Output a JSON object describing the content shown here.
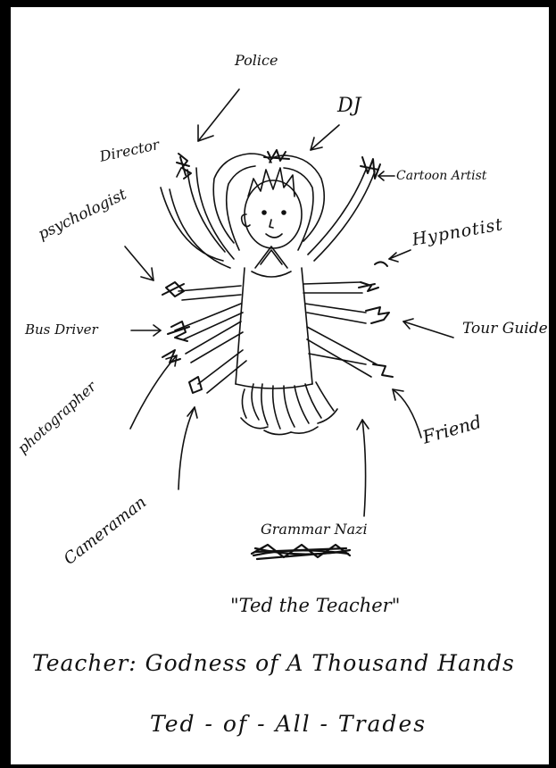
{
  "labels": {
    "police": "Police",
    "dj": "DJ",
    "director": "Director",
    "cartoon_artist": "Cartoon Artist",
    "psychologist": "psychologist",
    "hypnotist": "Hypnotist",
    "bus_driver": "Bus Driver",
    "tour_guide": "Tour Guide",
    "photographer": "photographer",
    "friend": "Friend",
    "cameraman": "Cameraman",
    "grammar_nazi": "Grammar Nazi"
  },
  "caption": {
    "title": "\"Ted the Teacher\"",
    "line1": "Teacher: Godness of A Thousand Hands",
    "line2": "Ted - of - All - Trades"
  },
  "colors": {
    "ink": "#111111",
    "frame": "#000000",
    "paper": "#ffffff"
  }
}
